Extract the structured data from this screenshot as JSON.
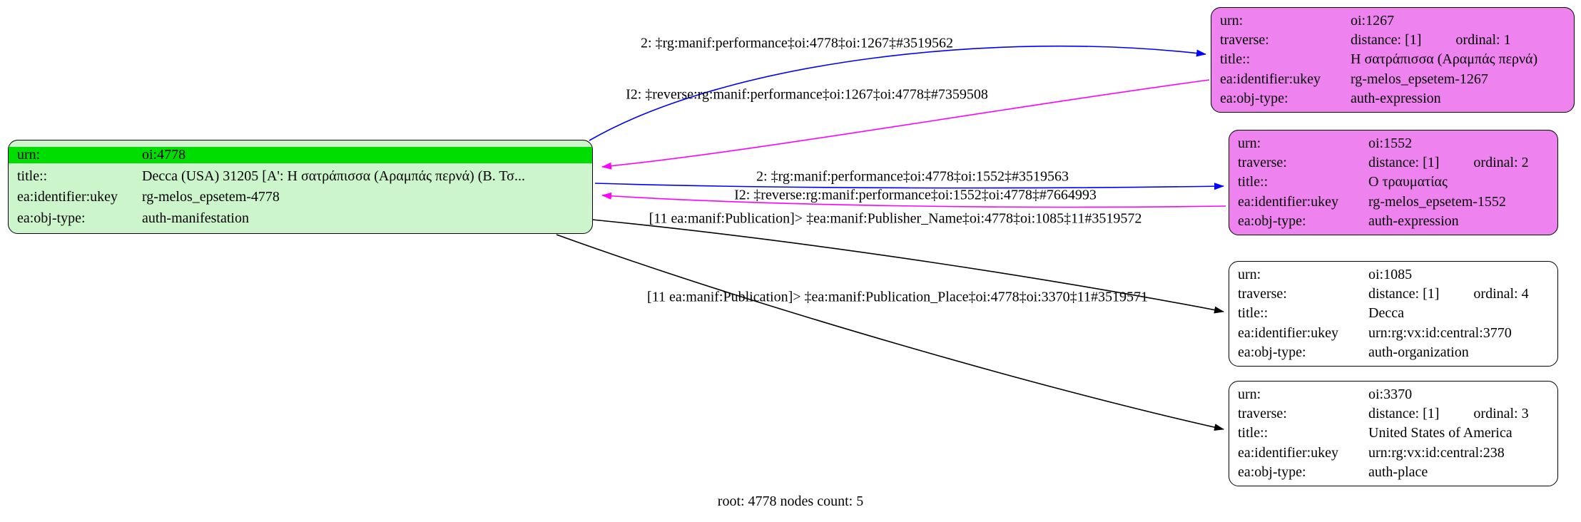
{
  "footer": "root: 4778 nodes count: 5",
  "colors": {
    "root_fill": "#ccf5cc",
    "root_urn_highlight": "#00dd00",
    "expression_fill": "#ee82ee",
    "default_fill": "#ffffff",
    "forward_edge": "#0000ff",
    "reverse_edge": "#ff00ff",
    "default_edge": "#000000"
  },
  "nodes": {
    "root": {
      "rows": [
        {
          "label": "urn:",
          "value": "oi:4778"
        },
        {
          "label": "title::",
          "value": "Decca (USA) 31205 [Α': Η σατράπισσα (Αραμπάς περνά) (Β. Τσ..."
        },
        {
          "label": "ea:identifier:ukey",
          "value": "rg-melos_epsetem-4778"
        },
        {
          "label": "ea:obj-type:",
          "value": "auth-manifestation"
        }
      ]
    },
    "n1267": {
      "rows": [
        {
          "label": "urn:",
          "value": "oi:1267"
        },
        {
          "label": "traverse:",
          "value": "distance: [1]",
          "value2": "ordinal: 1"
        },
        {
          "label": "title::",
          "value": "Η σατράπισσα (Αραμπάς περνά)"
        },
        {
          "label": "ea:identifier:ukey",
          "value": "rg-melos_epsetem-1267"
        },
        {
          "label": "ea:obj-type:",
          "value": "auth-expression"
        }
      ]
    },
    "n1552": {
      "rows": [
        {
          "label": "urn:",
          "value": "oi:1552"
        },
        {
          "label": "traverse:",
          "value": "distance: [1]",
          "value2": "ordinal: 2"
        },
        {
          "label": "title::",
          "value": "Ο τραυματίας"
        },
        {
          "label": "ea:identifier:ukey",
          "value": "rg-melos_epsetem-1552"
        },
        {
          "label": "ea:obj-type:",
          "value": "auth-expression"
        }
      ]
    },
    "n1085": {
      "rows": [
        {
          "label": "urn:",
          "value": "oi:1085"
        },
        {
          "label": "traverse:",
          "value": "distance: [1]",
          "value2": "ordinal: 4"
        },
        {
          "label": "title::",
          "value": "Decca"
        },
        {
          "label": "ea:identifier:ukey",
          "value": "urn:rg:vx:id:central:3770"
        },
        {
          "label": "ea:obj-type:",
          "value": "auth-organization"
        }
      ]
    },
    "n3370": {
      "rows": [
        {
          "label": "urn:",
          "value": "oi:3370"
        },
        {
          "label": "traverse:",
          "value": "distance: [1]",
          "value2": "ordinal: 3"
        },
        {
          "label": "title::",
          "value": "United States of America"
        },
        {
          "label": "ea:identifier:ukey",
          "value": "urn:rg:vx:id:central:238"
        },
        {
          "label": "ea:obj-type:",
          "value": "auth-place"
        }
      ]
    }
  },
  "edges": {
    "perf_1267": "2: ‡rg:manif:performance‡oi:4778‡oi:1267‡#3519562",
    "rev_1267": "I2: ‡reverse:rg:manif:performance‡oi:1267‡oi:4778‡#7359508",
    "perf_1552": "2: ‡rg:manif:performance‡oi:4778‡oi:1552‡#3519563",
    "rev_1552": "I2: ‡reverse:rg:manif:performance‡oi:1552‡oi:4778‡#7664993",
    "publisher_1085": "[11 ea:manif:Publication]> ‡ea:manif:Publisher_Name‡oi:4778‡oi:1085‡11#3519572",
    "place_3370": "[11 ea:manif:Publication]> ‡ea:manif:Publication_Place‡oi:4778‡oi:3370‡11#3519571"
  }
}
